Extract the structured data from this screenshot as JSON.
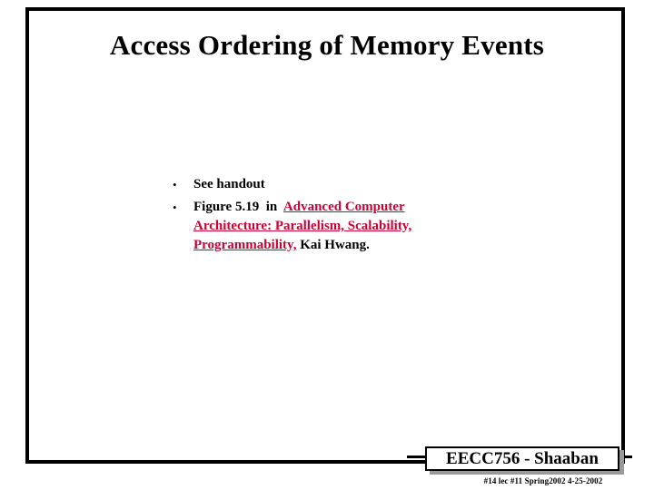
{
  "slide": {
    "title": "Access Ordering of Memory Events",
    "bullets": [
      {
        "marker": "•",
        "lines": [
          {
            "segments": [
              {
                "text": "See handout",
                "style": "plain"
              }
            ]
          }
        ]
      },
      {
        "marker": "•",
        "lines": [
          {
            "segments": [
              {
                "text": "Figure 5.19  in  ",
                "style": "plain"
              },
              {
                "text": "Advanced Computer",
                "style": "book-title"
              }
            ]
          },
          {
            "segments": [
              {
                "text": "Architecture: Parallelism, Scalability,",
                "style": "book-title"
              }
            ]
          },
          {
            "segments": [
              {
                "text": "Programmability,",
                "style": "book-title"
              },
              {
                "text": " Kai Hwang.",
                "style": "plain"
              }
            ]
          }
        ]
      }
    ],
    "body_text_line_1": "See handout",
    "body_text_line_2_prefix": "Figure 5.19  in  ",
    "body_text_line_2_book": "Advanced Computer",
    "body_text_line_3_book": "Architecture: Parallelism, Scalability,",
    "body_text_line_4_book": "Programmability,",
    "body_text_line_4_author": " Kai Hwang."
  },
  "footer": {
    "badge_label": "EECC756 - Shaaban",
    "meta_line": "#14  lec #11   Spring2002  4-25-2002"
  },
  "colors": {
    "accent_red": "#CC0033",
    "frame_black": "#000000",
    "badge_shadow": "#9A9A9A",
    "background": "#FFFFFF"
  }
}
